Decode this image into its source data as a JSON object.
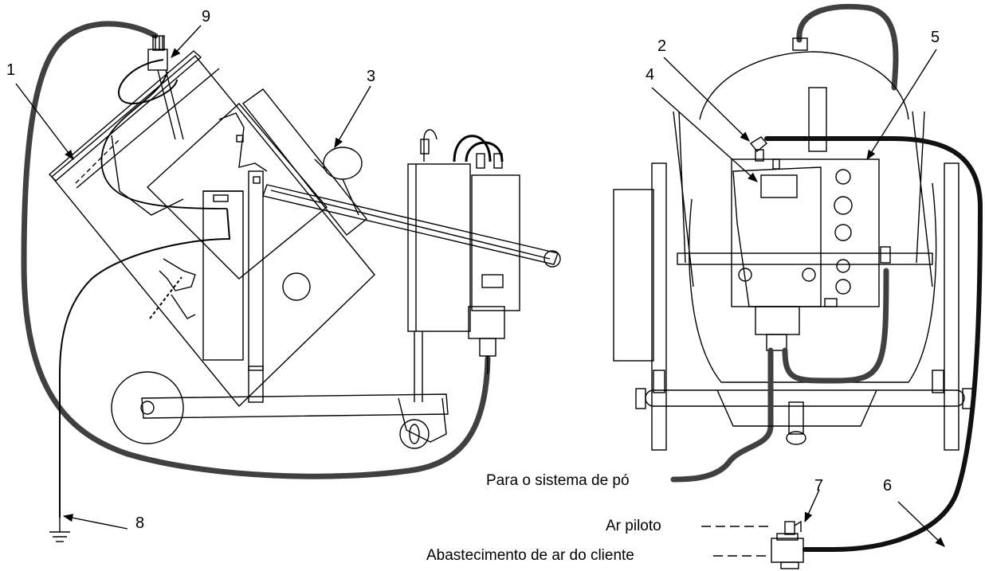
{
  "callouts": {
    "c1": "1",
    "c2": "2",
    "c3": "3",
    "c4": "4",
    "c5": "5",
    "c6": "6",
    "c7": "7",
    "c8": "8",
    "c9": "9"
  },
  "labels": {
    "to_powder_system": "Para o sistema de pó",
    "pilot_air": "Ar piloto",
    "customer_air_supply": "Abastecimento de ar do cliente"
  },
  "colors": {
    "line": "#000000",
    "hose": "#404040",
    "airline": "#111111",
    "background": "#ffffff"
  },
  "icons": {
    "ground": "ground-symbol-icon"
  }
}
